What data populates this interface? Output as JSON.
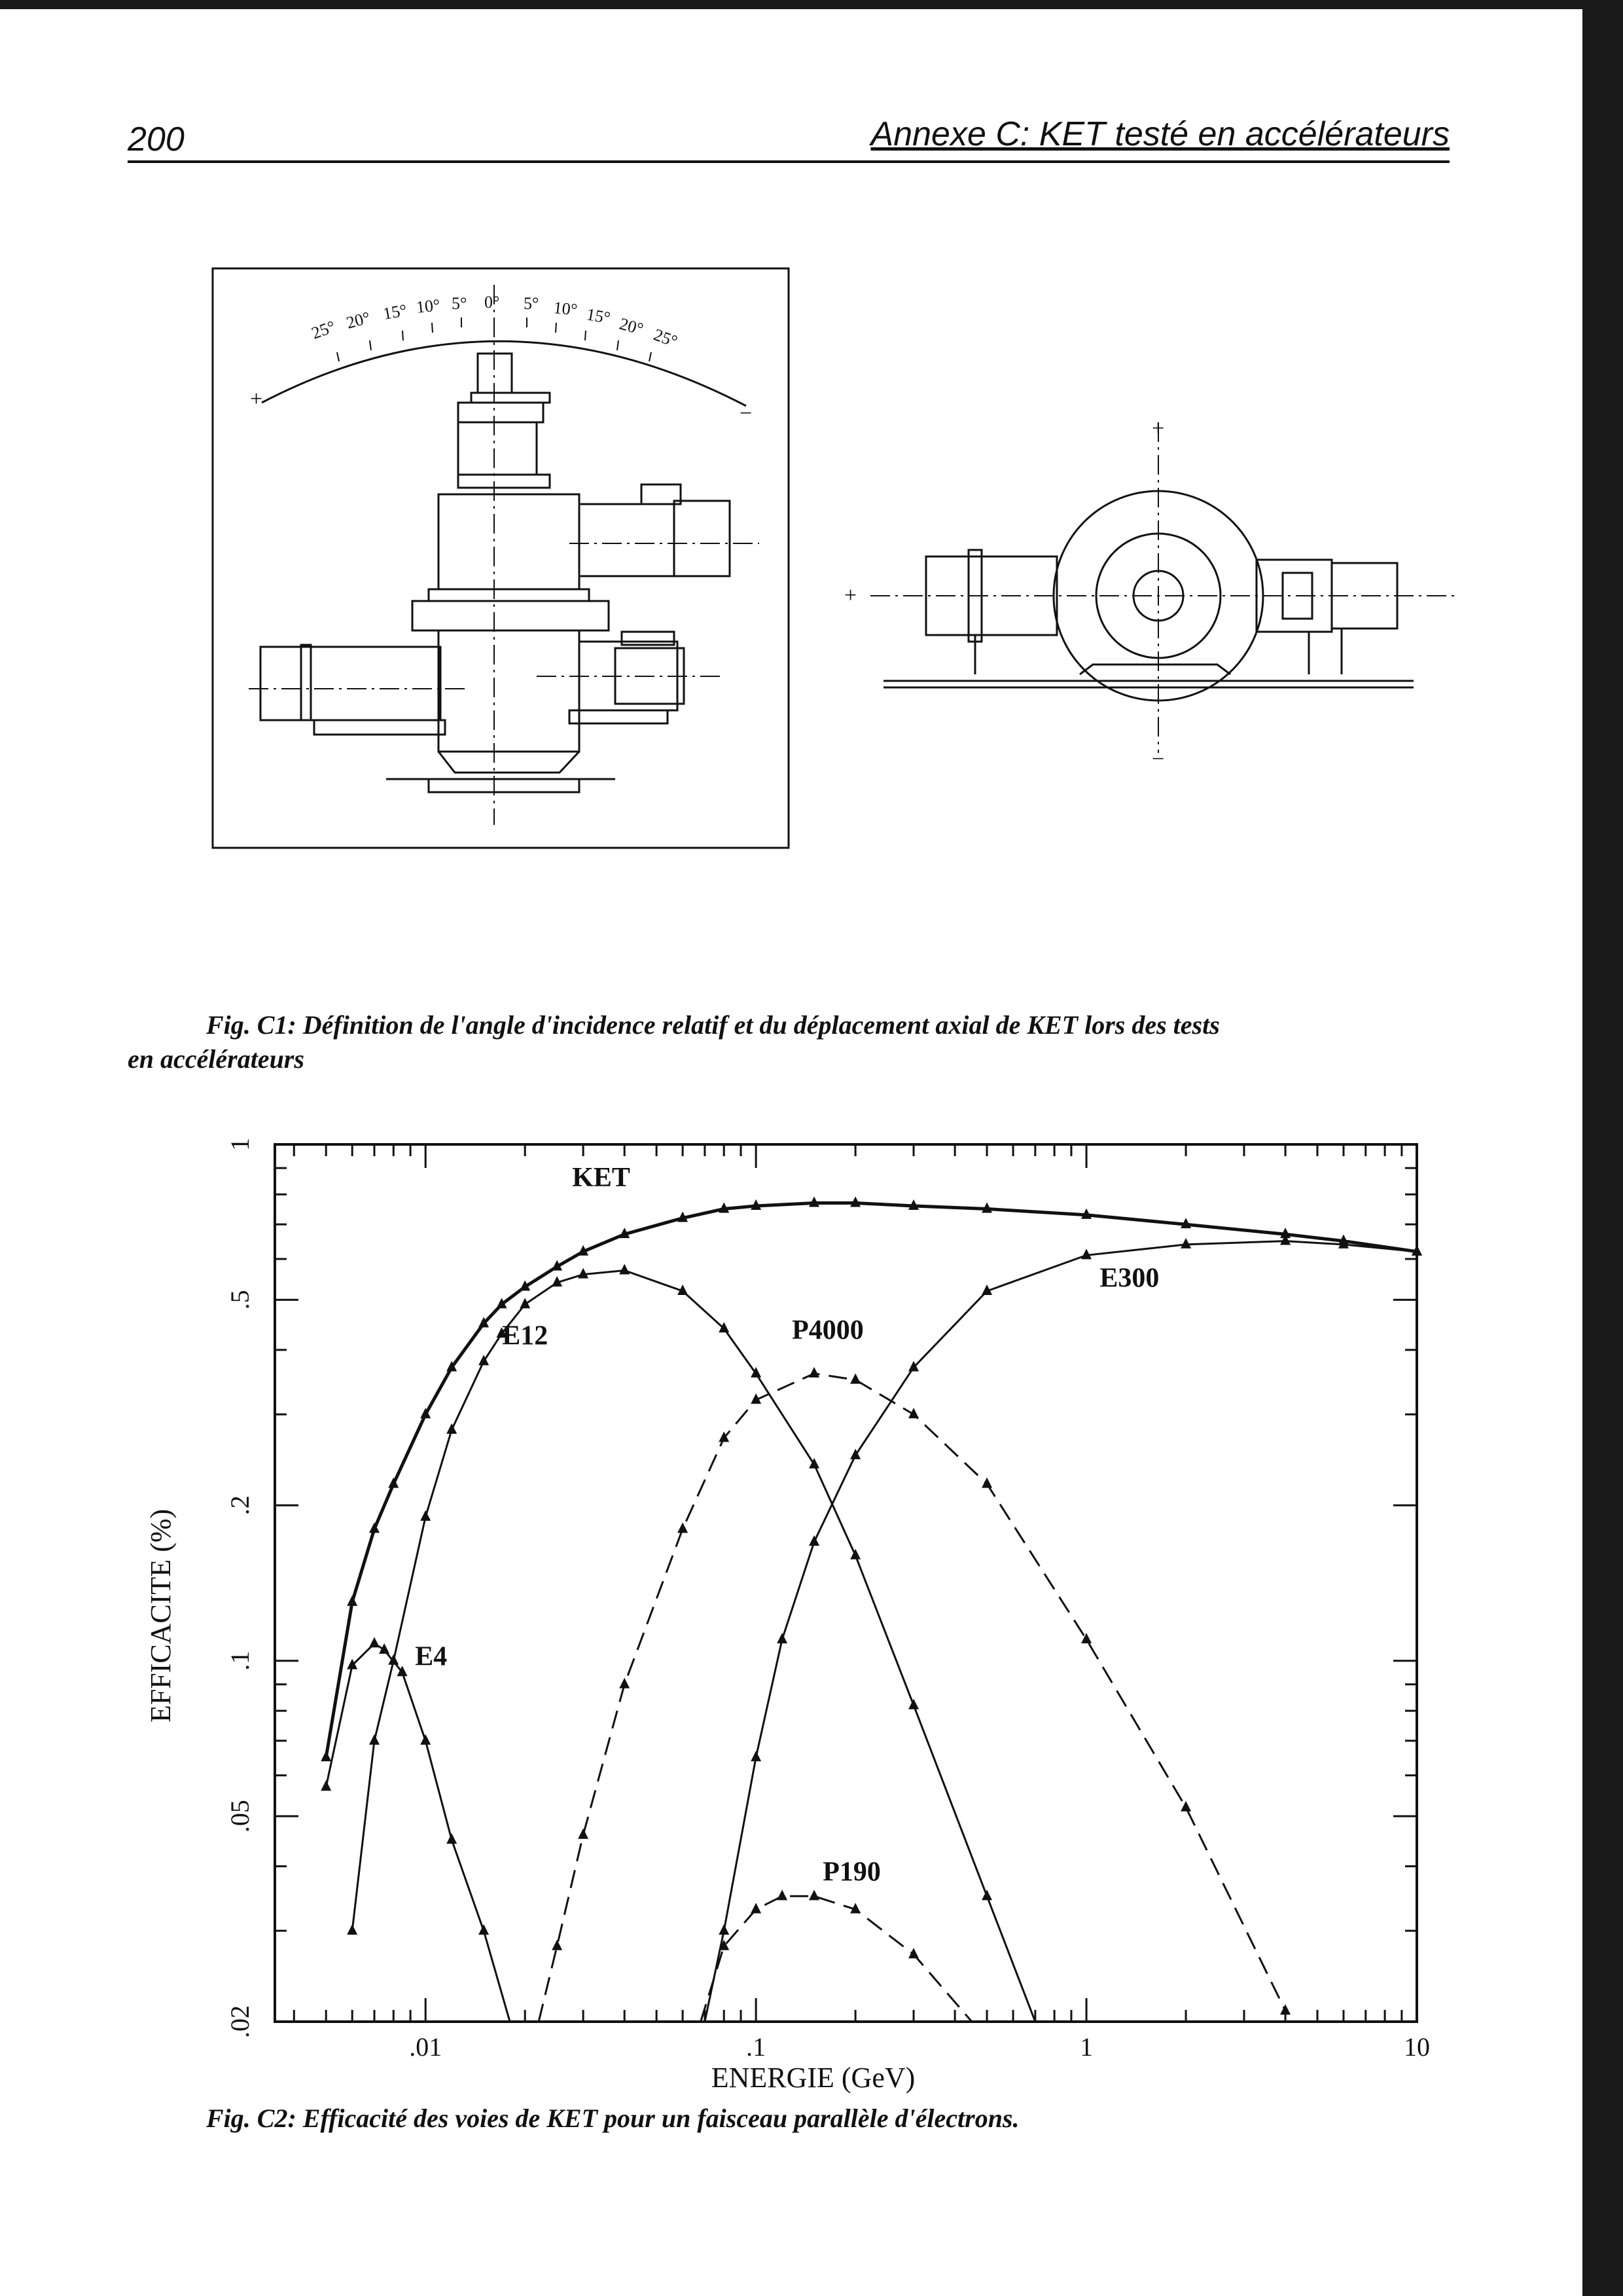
{
  "header": {
    "page_number": "200",
    "running_title": "Annexe C: KET testé en accélérateurs"
  },
  "figure_c1": {
    "angle_labels_left": [
      "25°",
      "20°",
      "15°",
      "10°",
      "5°"
    ],
    "angle_zero": "0°",
    "angle_labels_right": [
      "5°",
      "10°",
      "15°",
      "20°",
      "25°"
    ],
    "sign_plus": "+",
    "sign_minus": "−",
    "caption_line1": "Fig. C1: Définition de l'angle d'incidence relatif et du déplacement axial de KET lors des tests",
    "caption_line2": "en accélérateurs"
  },
  "figure_c2": {
    "caption": "Fig. C2: Efficacité des voies de KET pour un faisceau parallèle d'électrons."
  },
  "chart_data": {
    "type": "line",
    "title": "",
    "xlabel": "ENERGIE (GeV)",
    "ylabel": "EFFICACITE (%)",
    "xscale": "log",
    "yscale": "log",
    "xlim": [
      0.0035,
      10
    ],
    "ylim": [
      0.02,
      1
    ],
    "xticks": [
      {
        "v": 0.01,
        "label": ".01"
      },
      {
        "v": 0.1,
        "label": ".1"
      },
      {
        "v": 1,
        "label": "1"
      },
      {
        "v": 10,
        "label": "10"
      }
    ],
    "yticks": [
      {
        "v": 0.02,
        "label": ".02"
      },
      {
        "v": 0.05,
        "label": ".05"
      },
      {
        "v": 0.1,
        "label": ".1"
      },
      {
        "v": 0.2,
        "label": ".2"
      },
      {
        "v": 0.5,
        "label": ".5"
      },
      {
        "v": 1,
        "label": "1"
      }
    ],
    "series": [
      {
        "name": "KET",
        "style": "solid",
        "bold": true,
        "label_at": [
          0.004,
          0.83
        ],
        "x": [
          0.005,
          0.006,
          0.007,
          0.008,
          0.01,
          0.012,
          0.015,
          0.017,
          0.02,
          0.025,
          0.03,
          0.04,
          0.06,
          0.08,
          0.1,
          0.15,
          0.2,
          0.3,
          0.5,
          1,
          2,
          4,
          6,
          10
        ],
        "y": [
          0.065,
          0.13,
          0.18,
          0.22,
          0.3,
          0.37,
          0.45,
          0.49,
          0.53,
          0.58,
          0.62,
          0.67,
          0.72,
          0.75,
          0.76,
          0.77,
          0.77,
          0.76,
          0.75,
          0.73,
          0.7,
          0.67,
          0.65,
          0.62
        ]
      },
      {
        "name": "E12",
        "style": "solid",
        "bold": false,
        "label_at": [
          0.004,
          0.41
        ],
        "x": [
          0.006,
          0.007,
          0.008,
          0.01,
          0.012,
          0.015,
          0.017,
          0.02,
          0.025,
          0.03,
          0.04,
          0.06,
          0.08,
          0.1,
          0.15,
          0.2,
          0.3,
          0.5,
          0.7
        ],
        "y": [
          0.03,
          0.07,
          0.1,
          0.19,
          0.28,
          0.38,
          0.43,
          0.49,
          0.54,
          0.56,
          0.57,
          0.52,
          0.44,
          0.36,
          0.24,
          0.16,
          0.082,
          0.035,
          0.02
        ]
      },
      {
        "name": "E4",
        "style": "solid",
        "bold": false,
        "label_at": [
          0.0045,
          0.1
        ],
        "x": [
          0.005,
          0.006,
          0.007,
          0.0075,
          0.0085,
          0.01,
          0.012,
          0.015,
          0.018
        ],
        "y": [
          0.057,
          0.098,
          0.108,
          0.105,
          0.095,
          0.07,
          0.045,
          0.03,
          0.02
        ]
      },
      {
        "name": "P4000",
        "style": "dashed",
        "bold": false,
        "label_at": [
          0.0,
          0.42
        ],
        "x": [
          0.022,
          0.025,
          0.03,
          0.04,
          0.06,
          0.08,
          0.1,
          0.15,
          0.2,
          0.3,
          0.5,
          1,
          2,
          4
        ],
        "y": [
          0.02,
          0.028,
          0.046,
          0.09,
          0.18,
          0.27,
          0.32,
          0.36,
          0.35,
          0.3,
          0.22,
          0.11,
          0.052,
          0.021
        ]
      },
      {
        "name": "E300",
        "style": "solid",
        "bold": false,
        "label_at": [
          0.0,
          0.53
        ],
        "x": [
          0.07,
          0.08,
          0.1,
          0.12,
          0.15,
          0.2,
          0.3,
          0.5,
          1,
          2,
          4,
          6,
          10
        ],
        "y": [
          0.02,
          0.03,
          0.065,
          0.11,
          0.17,
          0.25,
          0.37,
          0.52,
          0.61,
          0.64,
          0.65,
          0.64,
          0.62
        ]
      },
      {
        "name": "P190",
        "style": "dashed",
        "bold": false,
        "label_at": [
          0.0,
          0.0375
        ],
        "x": [
          0.068,
          0.08,
          0.1,
          0.12,
          0.15,
          0.2,
          0.3,
          0.45
        ],
        "y": [
          0.02,
          0.028,
          0.033,
          0.035,
          0.035,
          0.033,
          0.027,
          0.02
        ]
      }
    ]
  }
}
